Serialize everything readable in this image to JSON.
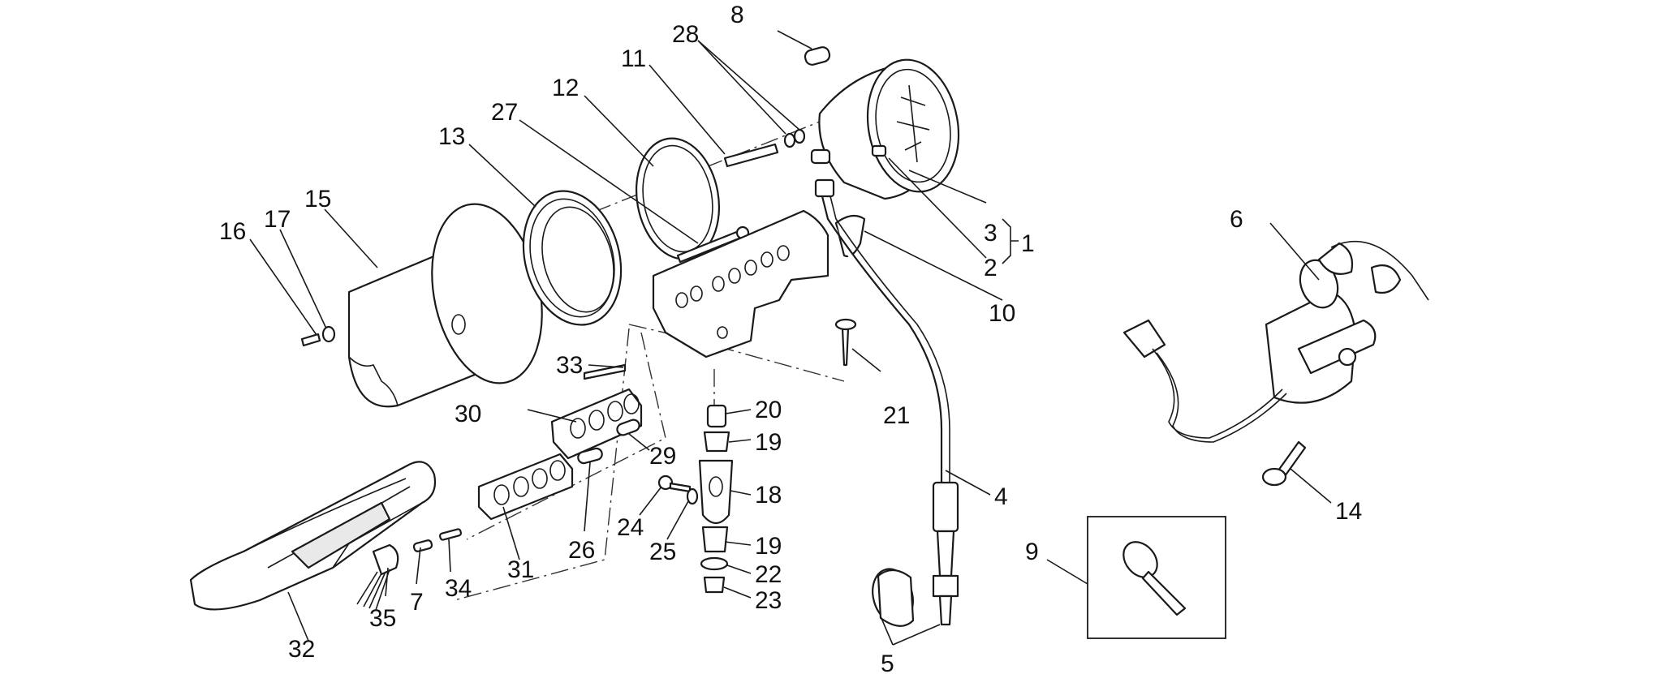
{
  "callouts": {
    "c1": "1",
    "c2": "2",
    "c3": "3",
    "c4": "4",
    "c5": "5",
    "c6": "6",
    "c7": "7",
    "c8": "8",
    "c9": "9",
    "c10": "10",
    "c11": "11",
    "c12": "12",
    "c13": "13",
    "c14": "14",
    "c15": "15",
    "c16": "16",
    "c17": "17",
    "c18": "18",
    "c19a": "19",
    "c19b": "19",
    "c20": "20",
    "c21": "21",
    "c22": "22",
    "c23": "23",
    "c24": "24",
    "c25": "25",
    "c26": "26",
    "c27": "27",
    "c28": "28",
    "c29": "29",
    "c30": "30",
    "c31": "31",
    "c32": "32",
    "c33": "33",
    "c34": "34",
    "c35": "35"
  }
}
